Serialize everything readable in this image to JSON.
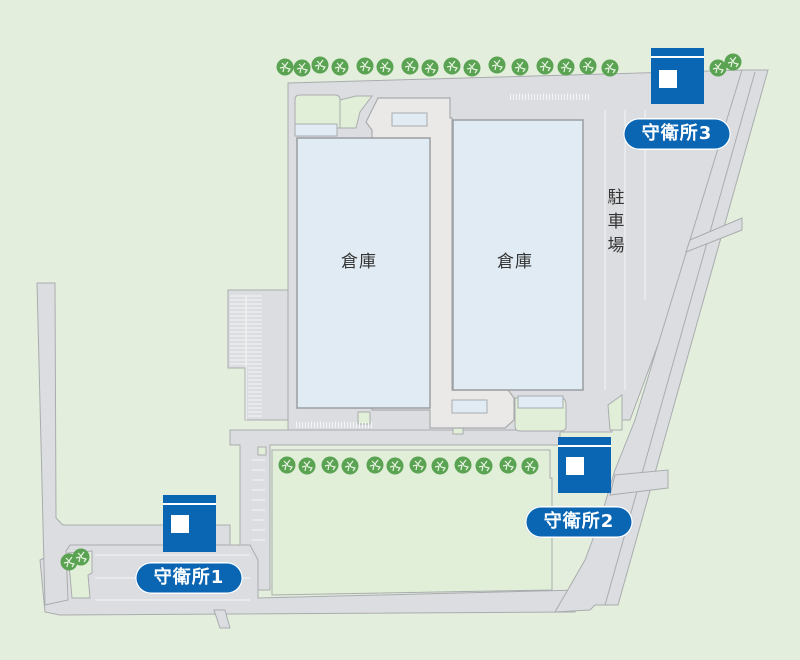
{
  "map": {
    "buildings": [
      {
        "id": "warehouse-1",
        "label": "倉庫"
      },
      {
        "id": "warehouse-2",
        "label": "倉庫"
      }
    ],
    "parking_label": "駐車場",
    "parking_label_chars": [
      "駐",
      "車",
      "場"
    ],
    "guardhouses": [
      {
        "id": "guardhouse-1",
        "label": "守衛所1"
      },
      {
        "id": "guardhouse-2",
        "label": "守衛所2"
      },
      {
        "id": "guardhouse-3",
        "label": "守衛所3"
      }
    ],
    "colors": {
      "background": "#e3efdc",
      "road": "#dcdde0",
      "road_outline": "#a9acaf",
      "building_fill": "#e1ebf3",
      "building_outline": "#9a9ea2",
      "courtyard": "#ebe9e7",
      "green_patch": "#e2efd8",
      "tree": "#5aa353",
      "guard_blue": "#0a66b3"
    },
    "icons": {
      "tree": "tree-icon",
      "guardhouse": "guardhouse-icon"
    }
  }
}
